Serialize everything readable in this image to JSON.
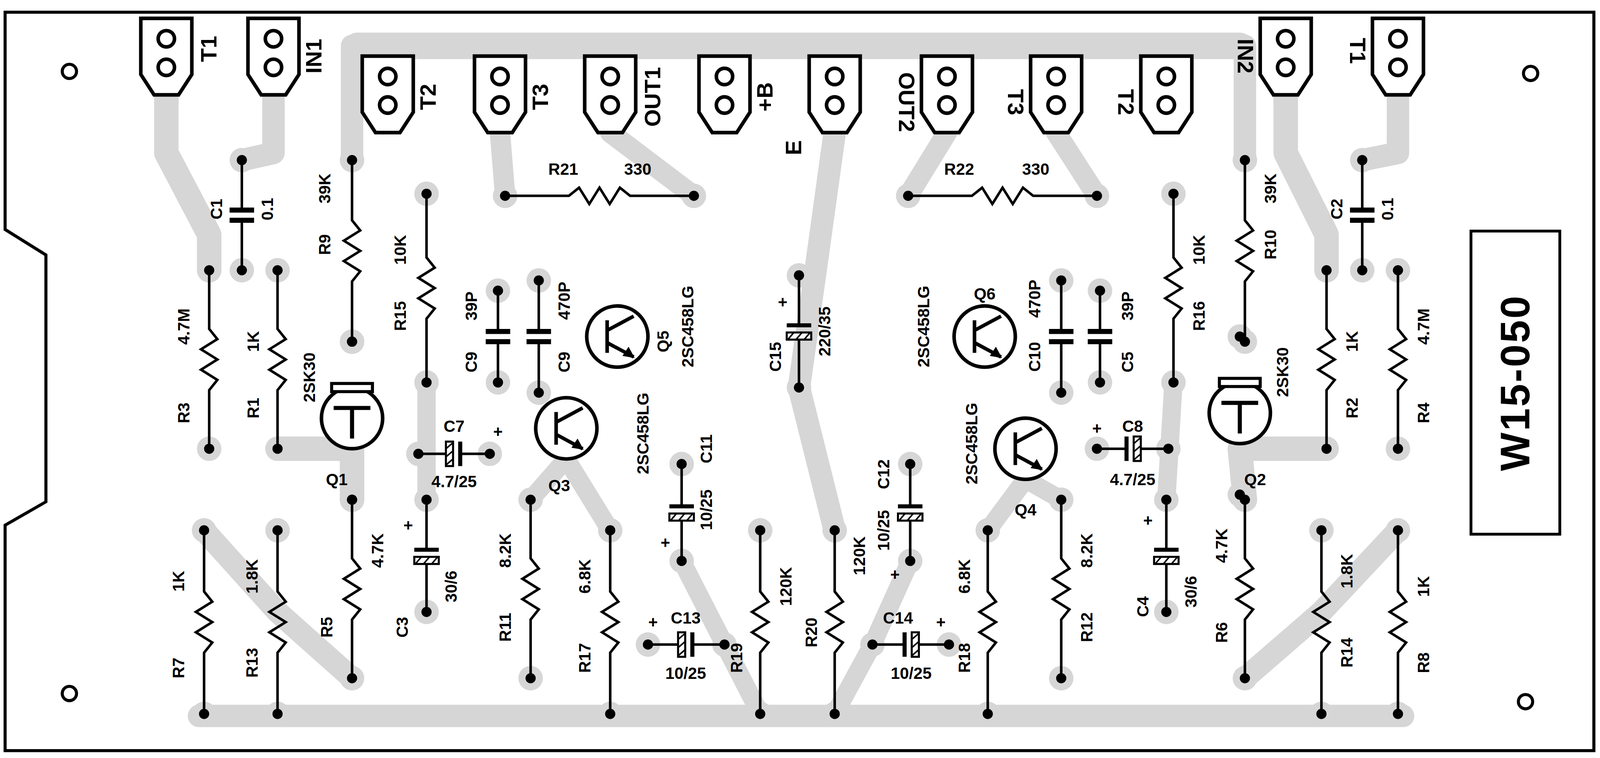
{
  "diagram": {
    "nodes": [
      {
        "text": [
          "W15-050"
        ]
      }
    ],
    "labels": [
      "T1",
      "IN1",
      "T2",
      "T3",
      "OUT1",
      "+B",
      "E",
      "OUT2",
      "T3",
      "T2",
      "IN2",
      "T1",
      "R21",
      "330",
      "R22",
      "330",
      "C1",
      "0.1",
      "R9",
      "39K",
      "R15",
      "10K",
      "C9",
      "39P",
      "C9",
      "470P",
      "Q5",
      "2SC458LG",
      "R3",
      "4.7M",
      "R1",
      "1K",
      "2SK30",
      "Q1",
      "C7",
      "+",
      "4.7/25",
      "Q3",
      "2SC458LG",
      "C11",
      "10/25",
      "+",
      "R7",
      "1K",
      "R13",
      "1.8K",
      "R5",
      "4.7K",
      "C3",
      "+",
      "30/6",
      "R11",
      "8.2K",
      "R17",
      "6.8K",
      "C13",
      "+",
      "10/25",
      "R19",
      "120K",
      "C15",
      "+",
      "220/35",
      "R20",
      "120K",
      "C12",
      "10/25",
      "+",
      "C14",
      "+",
      "10/25",
      "R18",
      "6.8K",
      "R12",
      "8.2K",
      "Q4",
      "2SC458LG",
      "C8",
      "+",
      "4.7/25",
      "C4",
      "+",
      "30/6",
      "R6",
      "4.7K",
      "R14",
      "1.8K",
      "R8",
      "1K",
      "Q6",
      "2SC458LG",
      "C10",
      "470P",
      "C5",
      "39P",
      "R16",
      "10K",
      "R10",
      "39K",
      "C2",
      "0.1",
      "R2",
      "1K",
      "R4",
      "4.7M",
      "2SK30",
      "Q2"
    ]
  }
}
